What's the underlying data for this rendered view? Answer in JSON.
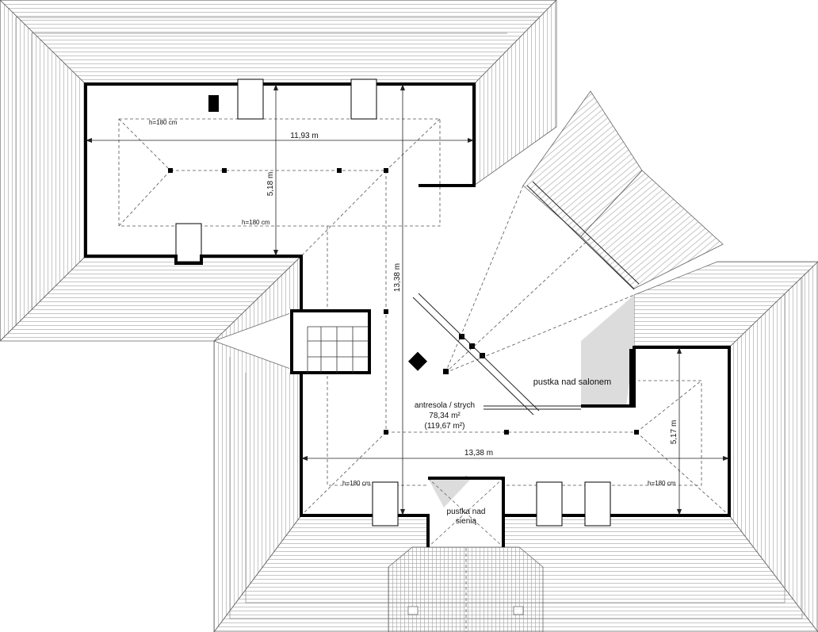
{
  "labels": {
    "dim_top_width": "11,93 m",
    "dim_top_depth": "5,18 m",
    "dim_center_length": "13,38 m",
    "dim_bottom_width": "13,38 m",
    "dim_right_depth": "5,17 m",
    "h_top_left": "h=180 cm",
    "h_top_mid": "h=180 cm",
    "h_bottom_left": "h=180 cm",
    "h_bottom_right": "h=180 cm",
    "void_living": "pustka nad salonem",
    "void_hall_line1": "pustka nad",
    "void_hall_line2": "sienią",
    "room_name": "antresola / strych",
    "room_area": "78,34 m²",
    "room_area_total": "(119,67 m²)"
  },
  "colors": {
    "wall": "#000000",
    "roof_hatch": "#9a9a9a",
    "line": "#444444",
    "void_fill": "#dcdcdc"
  }
}
